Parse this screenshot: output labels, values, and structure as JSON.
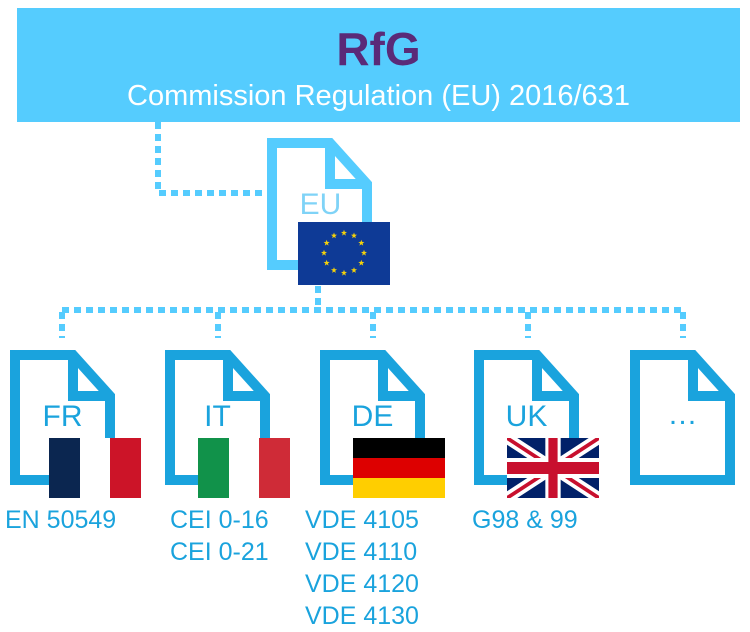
{
  "header": {
    "title": "RfG",
    "subtitle": "Commission Regulation (EU) 2016/631"
  },
  "eu": {
    "label": "EU",
    "flag": "eu-flag"
  },
  "countries": [
    {
      "code": "FR",
      "flag": "france-flag",
      "standards": [
        "EN 50549"
      ]
    },
    {
      "code": "IT",
      "flag": "italy-flag",
      "standards": [
        "CEI 0-16",
        "CEI 0-21"
      ]
    },
    {
      "code": "DE",
      "flag": "germany-flag",
      "standards": [
        "VDE 4105",
        "VDE 4110",
        "VDE 4120",
        "VDE 4130"
      ]
    },
    {
      "code": "UK",
      "flag": "uk-flag",
      "standards": [
        "G98 & 99"
      ]
    },
    {
      "code": "…",
      "standards": []
    }
  ],
  "colors": {
    "header_bg": "#55ccfe",
    "title": "#5a2a78",
    "eu_doc": "#55ccfe",
    "country_doc": "#1aa3dd"
  }
}
